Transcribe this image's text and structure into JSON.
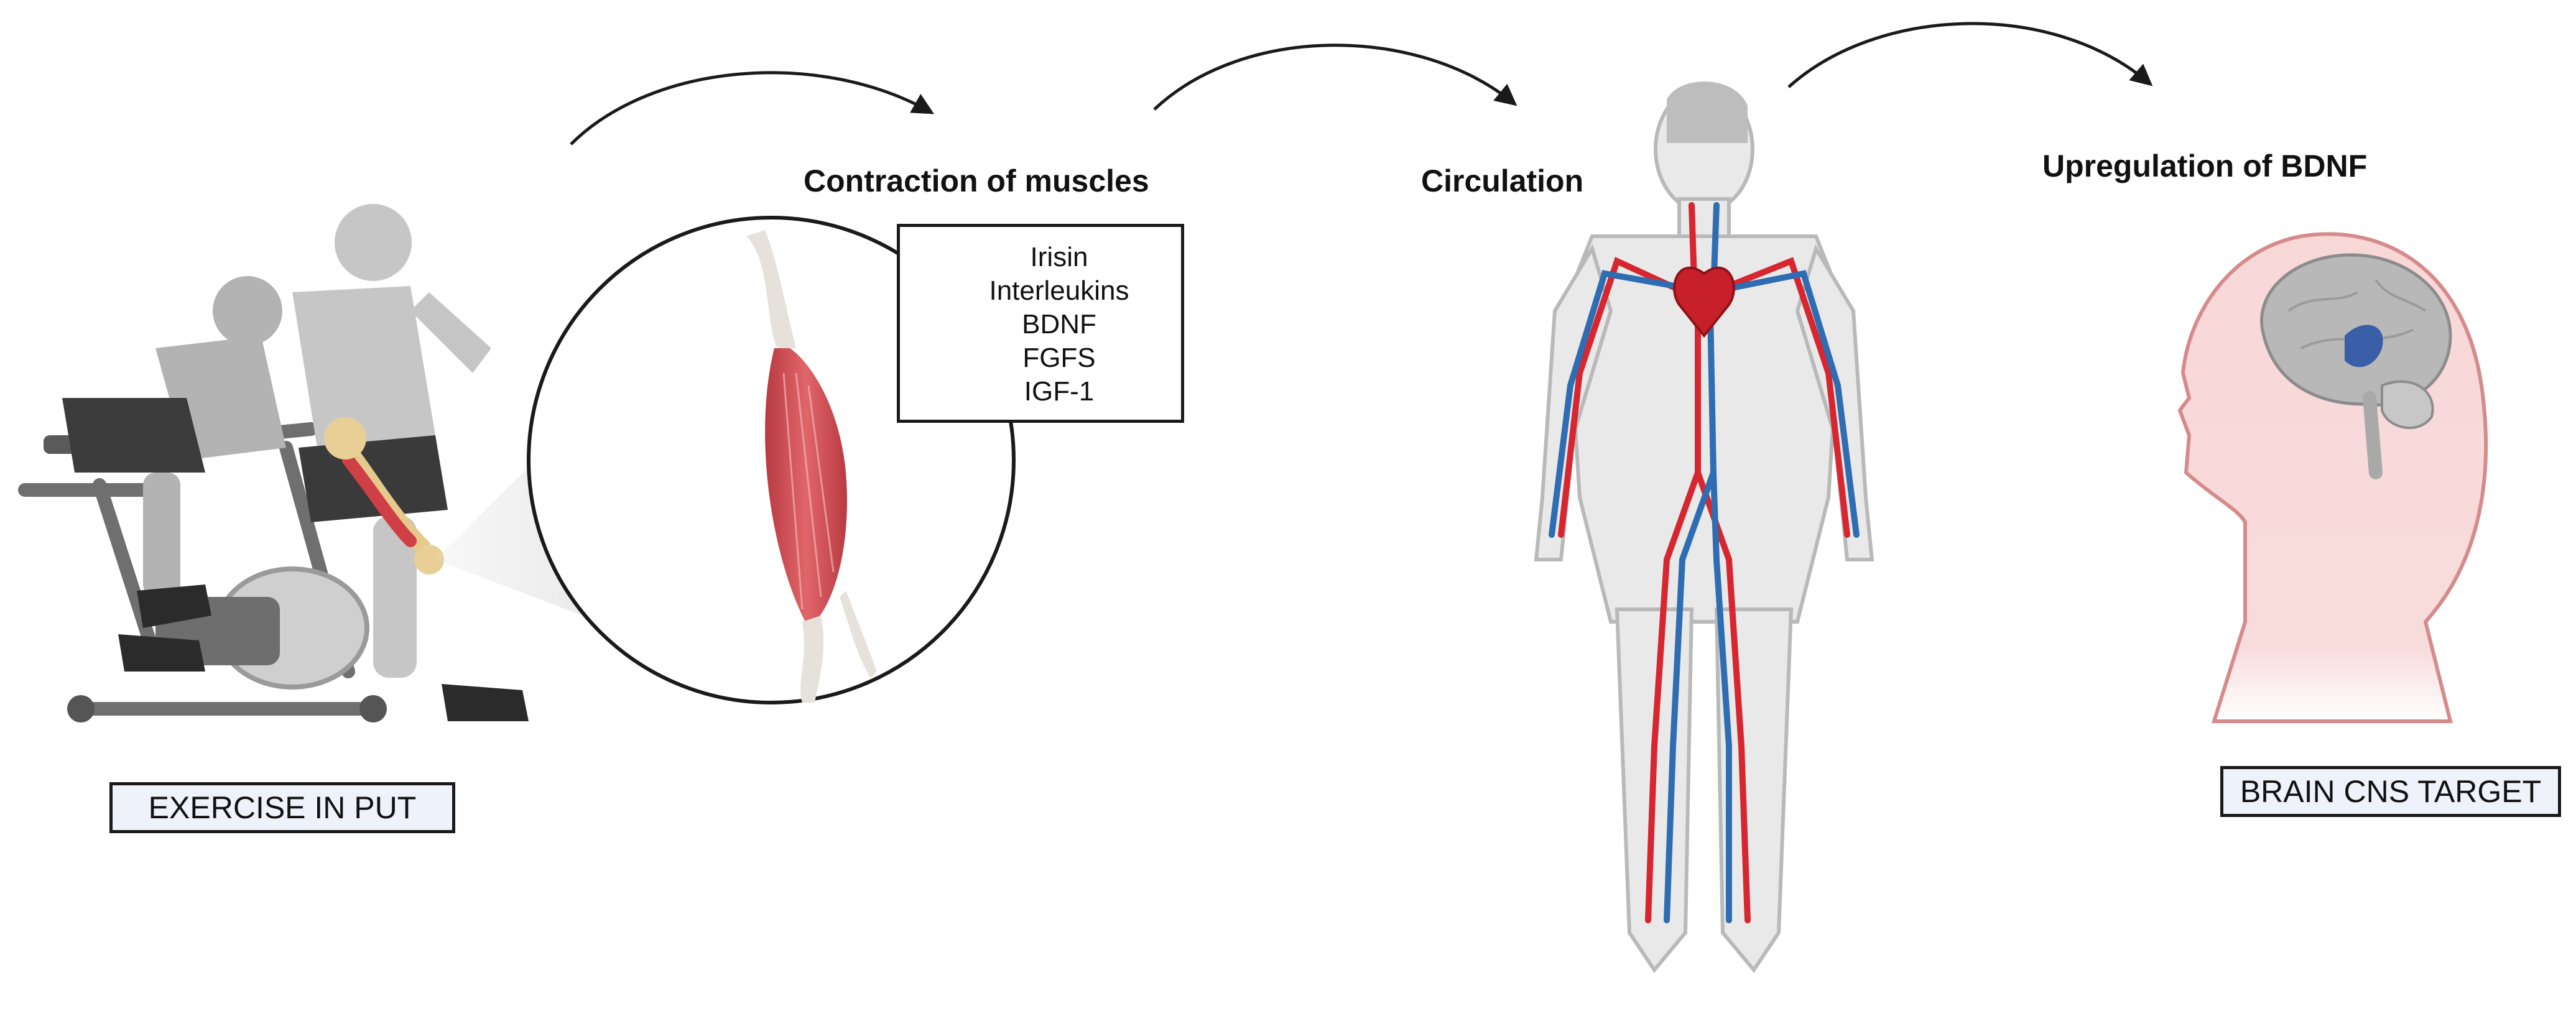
{
  "labels": {
    "exercise_input": "EXERCISE IN PUT",
    "brain_target": "BRAIN CNS TARGET"
  },
  "steps": {
    "contraction": "Contraction of muscles",
    "circulation": "Circulation",
    "upregulation": "Upregulation of BDNF"
  },
  "molecules": [
    "Irisin",
    "Interleukins",
    "BDNF",
    "FGFS",
    "IGF-1"
  ],
  "colors": {
    "artery": "#d7262f",
    "vein": "#2f6db3",
    "muscle": "#cf4a4f",
    "hippocampus": "#3b5ea8",
    "skin": "#f6d3d3",
    "figure_gray": "#a9a9a9"
  },
  "icons": [
    "curved-arrow-icon",
    "up-arrow-icon"
  ]
}
